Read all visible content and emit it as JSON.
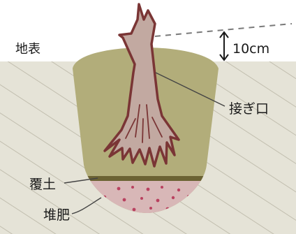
{
  "labels": {
    "surface": "地表",
    "depth": "10cm",
    "graft_union": "接ぎ口",
    "covering_soil": "覆土",
    "compost": "堆肥"
  },
  "colors": {
    "ground": "#e5e3d7",
    "hatch": "#b9b5a5",
    "hole_fill": "#b2ad7a",
    "soil_layer": "#6b6233",
    "compost": "#d8b7b7",
    "compost_dots": "#b9415f",
    "trunk": "#c2a9a1",
    "trunk_outline": "#7a3535",
    "leader": "#444444"
  }
}
